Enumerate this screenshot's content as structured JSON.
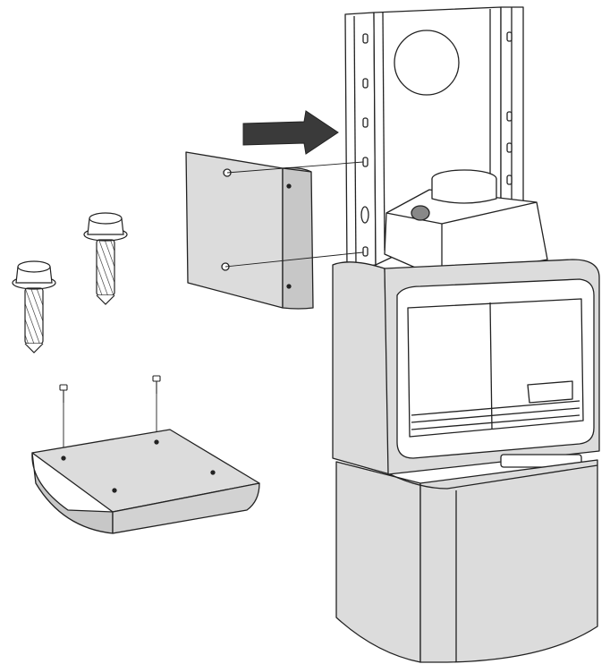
{
  "figure": {
    "kind": "exploded assembly illustration",
    "colors": {
      "panel_fill": "#dcdcdc",
      "panel_side": "#c7c7c7",
      "frame_fill": "#ffffff",
      "line": "#222222",
      "arrow": "#3a3a3a",
      "background": "#ffffff"
    },
    "parts": [
      {
        "id": "back-frame",
        "label": ""
      },
      {
        "id": "side-panel",
        "label": ""
      },
      {
        "id": "large-screw",
        "count": 2
      },
      {
        "id": "small-screw",
        "count": 2
      },
      {
        "id": "top-plate",
        "label": ""
      },
      {
        "id": "stove-body",
        "label": ""
      },
      {
        "id": "direction-arrow",
        "label": ""
      }
    ]
  }
}
